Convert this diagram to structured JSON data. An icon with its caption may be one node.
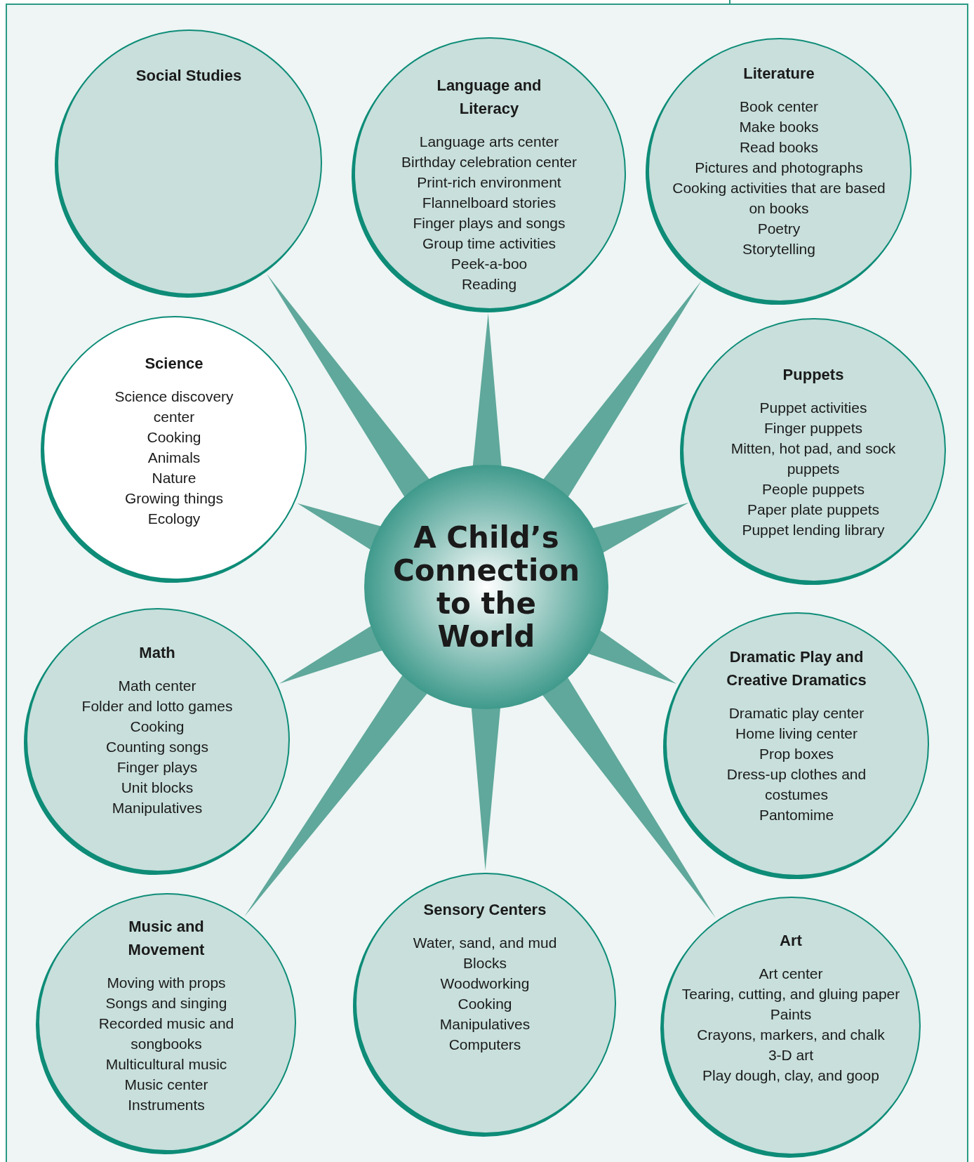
{
  "diagram": {
    "nodes": [
      {
        "text": [
          "Social Studies"
        ]
      },
      {
        "text": [
          "Language and Literacy",
          "Language arts center",
          "Birthday celebration center",
          "Print-rich environment",
          "Flannelboard stories",
          "Finger plays and songs",
          "Group time activities",
          "Peek-a-boo",
          "Reading"
        ]
      },
      {
        "text": [
          "Literature",
          "Book center",
          "Make books",
          "Read books",
          "Pictures and photographs",
          "Cooking activities that are based on books",
          "Poetry",
          "Storytelling"
        ]
      },
      {
        "text": [
          "Science",
          "Science discovery center",
          "Cooking",
          "Animals",
          "Nature",
          "Growing things",
          "Ecology"
        ]
      },
      {
        "text": [
          "Puppets",
          "Puppet activities",
          "Finger puppets",
          "Mitten, hot pad, and sock puppets",
          "People puppets",
          "Paper plate puppets",
          "Puppet lending library"
        ]
      },
      {
        "text": [
          "A Child’s Connection to the World"
        ]
      },
      {
        "text": [
          "Math",
          "Math center",
          "Folder and lotto games",
          "Cooking",
          "Counting songs",
          "Finger plays",
          "Unit blocks",
          "Manipulatives"
        ]
      },
      {
        "text": [
          "Dramatic Play and Creative Dramatics",
          "Dramatic play center",
          "Home living center",
          "Prop boxes",
          "Dress-up clothes and costumes",
          "Pantomime"
        ]
      },
      {
        "text": [
          "Music and Movement",
          "Moving with props",
          "Songs and singing",
          "Recorded music and songbooks",
          "Multicultural music",
          "Music center",
          "Instruments"
        ]
      },
      {
        "text": [
          "Sensory Centers",
          "Water, sand, and mud",
          "Blocks",
          "Woodworking",
          "Cooking",
          "Manipulatives",
          "Computers"
        ]
      },
      {
        "text": [
          "Art",
          "Art center",
          "Tearing, cutting, and gluing paper",
          "Paints",
          "Crayons, markers, and chalk",
          "3-D art",
          "Play dough, clay, and goop"
        ]
      }
    ],
    "edges": [
      {
        "from": 5,
        "to": 0,
        "arrow": "none"
      },
      {
        "from": 5,
        "to": 1,
        "arrow": "none"
      },
      {
        "from": 5,
        "to": 2,
        "arrow": "none"
      },
      {
        "from": 5,
        "to": 3,
        "arrow": "none"
      },
      {
        "from": 5,
        "to": 4,
        "arrow": "none"
      },
      {
        "from": 5,
        "to": 6,
        "arrow": "none"
      },
      {
        "from": 5,
        "to": 7,
        "arrow": "none"
      },
      {
        "from": 5,
        "to": 8,
        "arrow": "none"
      },
      {
        "from": 5,
        "to": 9,
        "arrow": "none"
      },
      {
        "from": 5,
        "to": 10,
        "arrow": "none"
      }
    ]
  }
}
